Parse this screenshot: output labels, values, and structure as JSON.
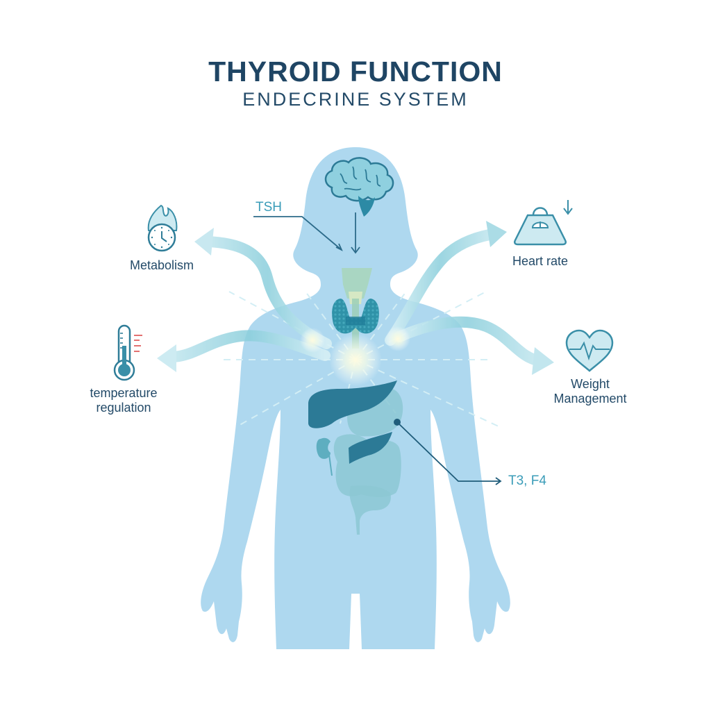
{
  "header": {
    "title": "THYROID FUNCTION",
    "subtitle": "ENDECRINE SYSTEM"
  },
  "callouts": {
    "tsh": "TSH",
    "t3_t4": "T3, F4"
  },
  "effects": [
    {
      "id": "metabolism",
      "label": "Metabolism",
      "icon": "flame-clock-icon"
    },
    {
      "id": "heart-rate",
      "label": "Heart rate",
      "icon": "weight-scale-down-arrow-icon"
    },
    {
      "id": "temperature",
      "label_line1": "temperature",
      "label_line2": "regulation",
      "icon": "thermometer-icon"
    },
    {
      "id": "weight",
      "label_line1": "Weight",
      "label_line2": "Management",
      "icon": "heart-pulse-icon"
    }
  ],
  "figure": {
    "subject": "female-body-silhouette",
    "organs": [
      "brain",
      "larynx",
      "thyroid-gland",
      "liver",
      "stomach",
      "pancreas",
      "kidney",
      "intestines"
    ]
  },
  "colors": {
    "title": "#1f4564",
    "body": "#aed8ef",
    "organ_dark": "#2c7a96",
    "organ_light": "#8cc8d4",
    "icon_stroke": "#3a8fa8",
    "arrow": "#8fd0de",
    "callout": "#3a9cb8",
    "thermo_red": "#e06060"
  }
}
